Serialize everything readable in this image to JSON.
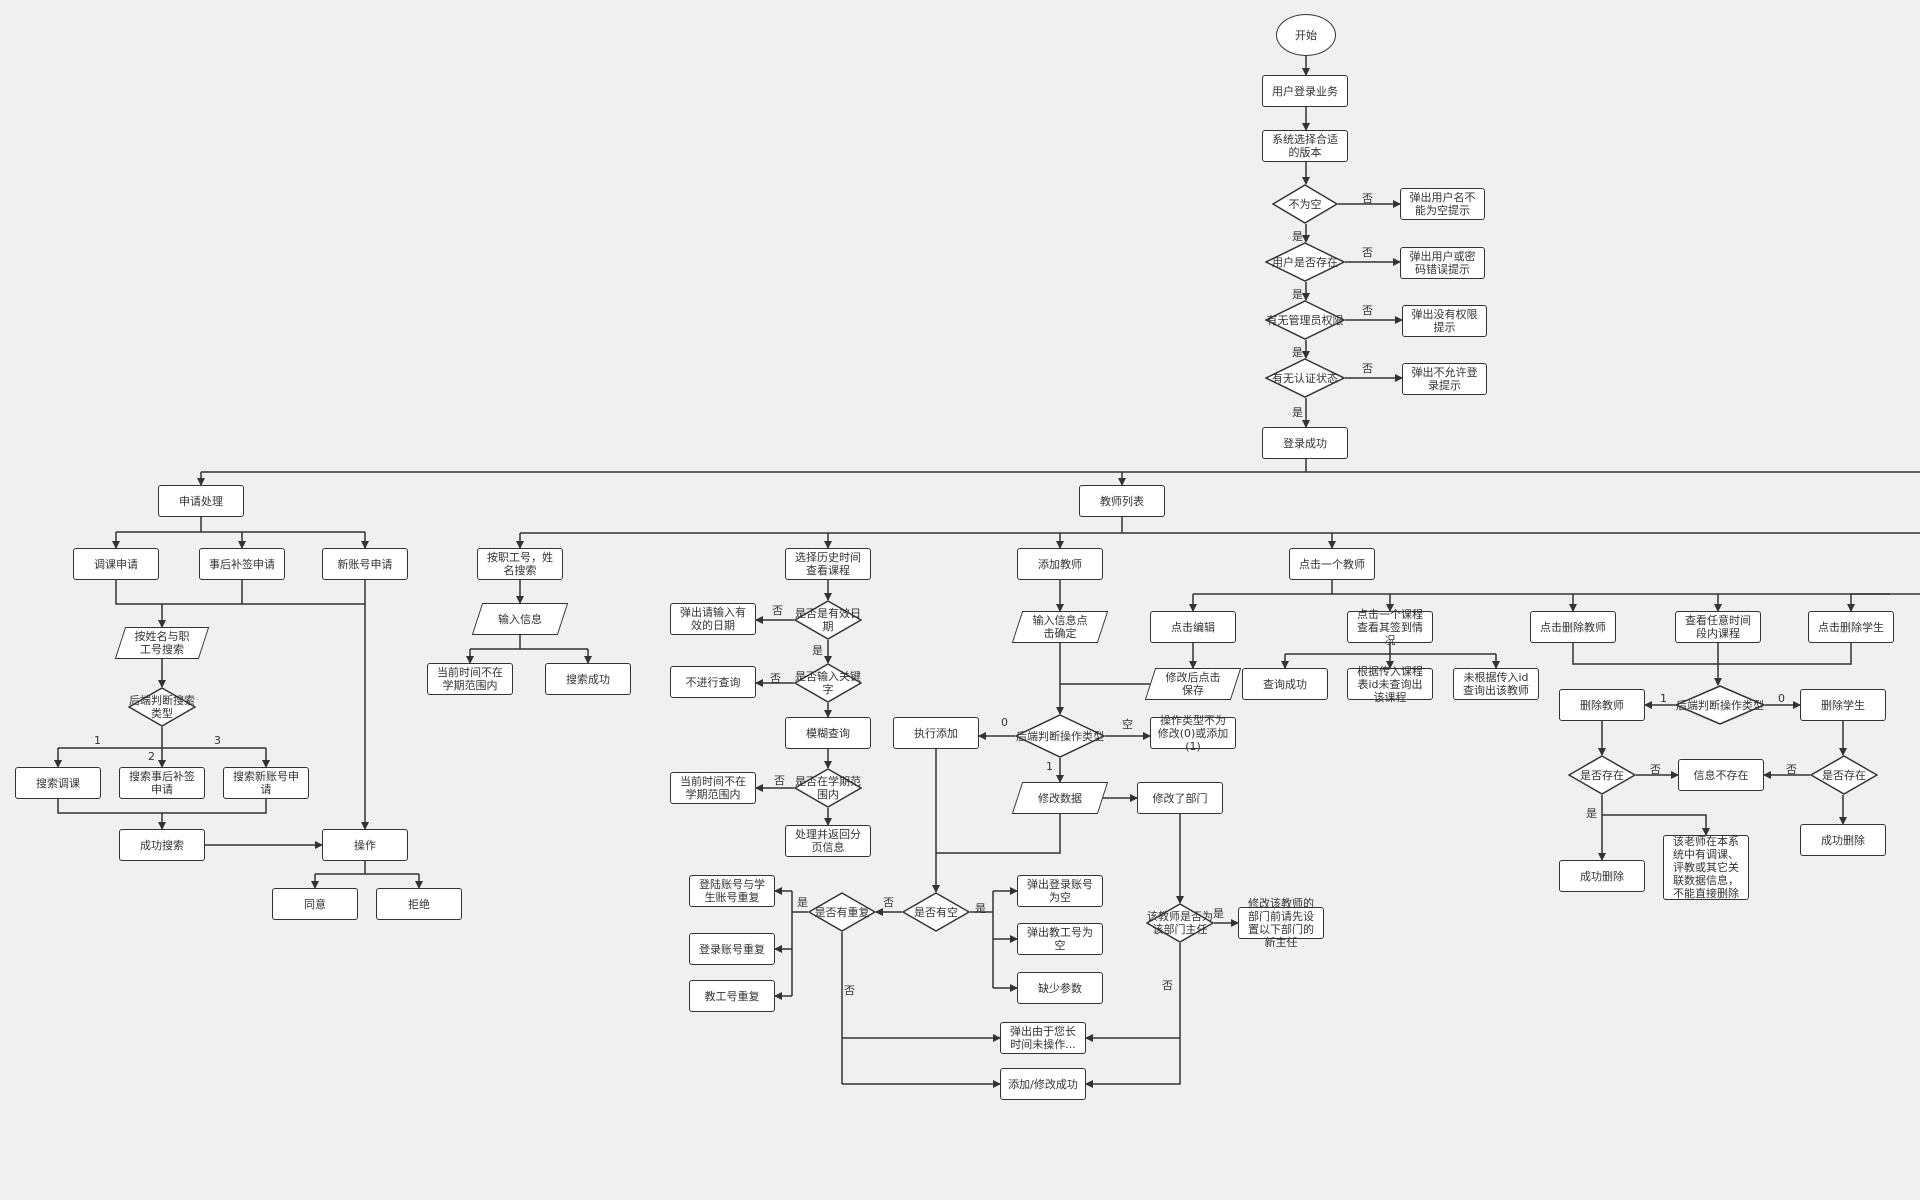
{
  "nodes": {
    "start": "开始",
    "login_biz": "用户登录业务",
    "choose_version": "系统选择合适的版本",
    "not_empty": "不为空",
    "err_username_empty": "弹出用户名不能为空提示",
    "user_exists": "用户是否存在",
    "err_user_pwd": "弹出用户或密码错误提示",
    "has_admin": "有无管理员权限",
    "err_no_perm": "弹出没有权限提示",
    "has_auth": "有无认证状态",
    "err_not_allowed": "弹出不允许登录提示",
    "login_ok": "登录成功",
    "apply_handle": "申请处理",
    "teacher_list": "教师列表",
    "adjust_apply": "调课申请",
    "later_sign_apply": "事后补签申请",
    "new_account_apply": "新账号申请",
    "search_name_id": "按姓名与职工号搜索",
    "backend_search_type": "后端判断搜索类型",
    "search_adjust": "搜索调课",
    "search_later_sign": "搜索事后补签申请",
    "search_new_account": "搜索新账号申请",
    "search_success": "成功搜索",
    "operate": "操作",
    "agree": "同意",
    "reject": "拒绝",
    "search_by_id_name": "按职工号，姓名搜索",
    "input_info": "输入信息",
    "not_in_term_1": "当前时间不在学期范围内",
    "search_ok": "搜索成功",
    "history_course": "选择历史时间查看课程",
    "valid_date_q": "是否是有效日期",
    "err_valid_date": "弹出请输入有效的日期",
    "keyword_q": "是否输入关键字",
    "no_query": "不进行查询",
    "fuzzy_query": "模糊查询",
    "in_term_q": "是否在学期范围内",
    "not_in_term_2": "当前时间不在学期范围内",
    "page_info": "处理并返回分页信息",
    "add_teacher": "添加教师",
    "input_confirm": "输入信息点击确定",
    "click_teacher": "点击一个教师",
    "click_edit": "点击编辑",
    "save_after_edit": "修改后点击保存",
    "click_course": "点击一个课程查看其签到情况",
    "query_ok": "查询成功",
    "course_not_found": "根据传入课程表id未查询出该课程",
    "teacher_not_found": "未根据传入id查询出该教师",
    "click_delete_teacher": "点击删除教师",
    "view_any_period": "查看任意时间段内课程",
    "click_delete_student": "点击删除学生",
    "backend_op_type": "后端判断操作类型",
    "exec_add": "执行添加",
    "op_type_invalid": "操作类型不为修改(0)或添加(1)",
    "modify_data": "修改数据",
    "modified_dept": "修改了部门",
    "is_dept_head_q": "该教师是否为该部门主任",
    "set_new_head": "修改该教师的部门前请先设置以下部门的新主任",
    "has_empty_q": "是否有空",
    "has_dup_q": "是否有重复",
    "dup_login_student": "登陆账号与学生账号重复",
    "dup_login": "登录账号重复",
    "dup_staff_id": "教工号重复",
    "err_login_empty": "弹出登录账号为空",
    "err_staff_empty": "弹出教工号为空",
    "missing_param": "缺少参数",
    "timeout_popup": "弹出由于您长时间未操作...",
    "add_modify_ok": "添加/修改成功",
    "backend_op_type_2": "后端判断操作类型",
    "delete_teacher": "删除教师",
    "delete_student": "删除学生",
    "exists_q_1": "是否存在",
    "exists_q_2": "是否存在",
    "info_not_exist": "信息不存在",
    "delete_ok_1": "成功删除",
    "delete_ok_2": "成功删除",
    "cannot_delete": "该老师在本系统中有调课、评教或其它关联数据信息，不能直接删除"
  },
  "edge_labels": {
    "yes": "是",
    "no": "否",
    "one": "1",
    "two": "2",
    "three": "3",
    "zero": "0",
    "empty": "空"
  },
  "colors": {
    "background": "#f0f0f0",
    "stroke": "#333333",
    "fill": "#ffffff"
  }
}
